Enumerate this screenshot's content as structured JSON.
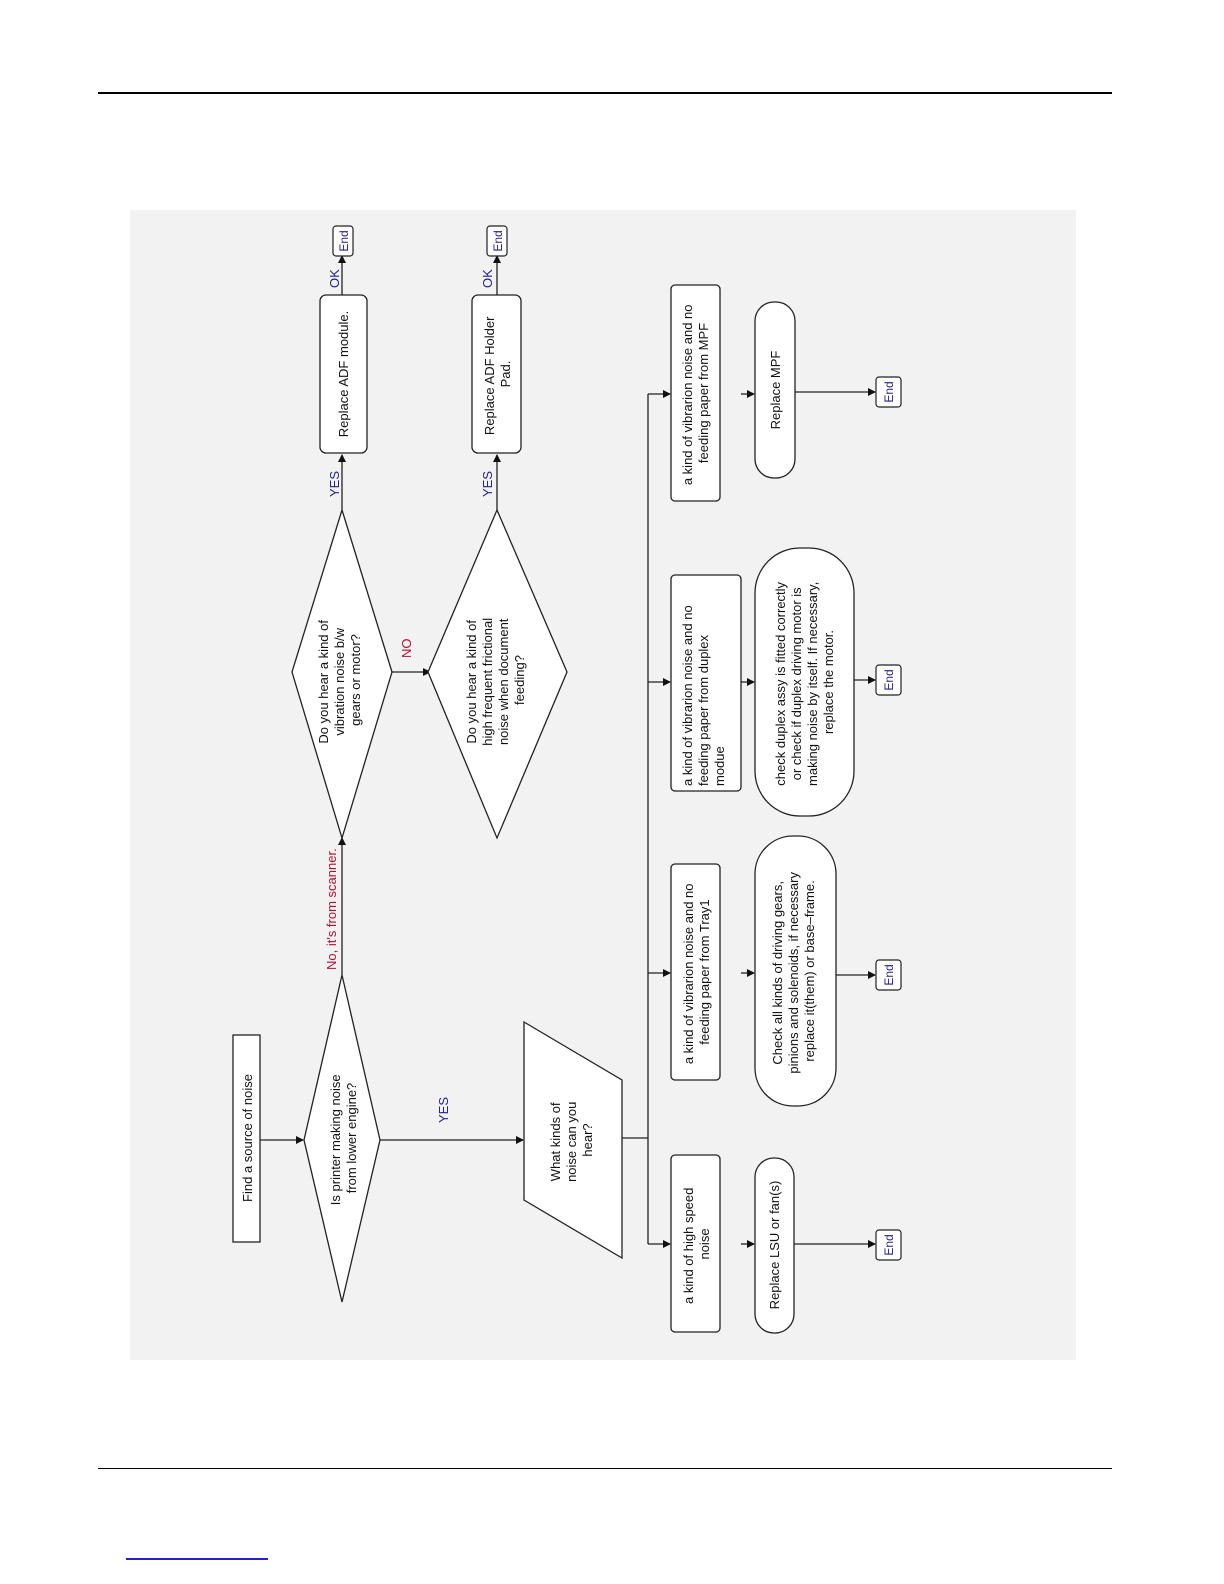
{
  "nodes": {
    "start": "Find a source of noise",
    "q_lower_engine": [
      "Is printer making noise",
      "from lower engine?"
    ],
    "q_vibration": [
      "Do you hear a kind of",
      "vibration noise b/w",
      "gears or motor?"
    ],
    "q_frictional": [
      "Do you hear a kind of",
      "high frequent frictional",
      "noise when document",
      "feeding?"
    ],
    "replace_adf_module": "Replace ADF module.",
    "replace_adf_pad": [
      "Replace ADF Holder",
      "Pad."
    ],
    "q_kinds": [
      "What kinds of",
      "noise  can you",
      "hear?"
    ],
    "high_speed": [
      "a kind of high speed",
      "noise"
    ],
    "tray1": [
      "a kind of vibrarion noise and no",
      "feeding paper from Tray1"
    ],
    "duplex": [
      "a kind of vibrarion noise and no",
      "feeding paper from duplex",
      "modue"
    ],
    "mpf": [
      "a kind of vibrarion noise and no",
      "feeding paper from MPF"
    ],
    "replace_lsu": "Replace LSU or fan(s)",
    "check_gears": [
      "Check all kinds of driving gears,",
      "pinions and solenoids, if necessary",
      "replace it(them) or base–frame."
    ],
    "check_duplex": [
      "check duplex assy is fitted correctly",
      "or check if duplex driving motor is",
      "making noise by itself. If necessary,",
      "replace the motor."
    ],
    "replace_mpf": "Replace MPF",
    "end": "End"
  },
  "edges": {
    "yes": "YES",
    "no": "NO",
    "ok": "OK",
    "no_scanner": "No, it's from scanner."
  }
}
